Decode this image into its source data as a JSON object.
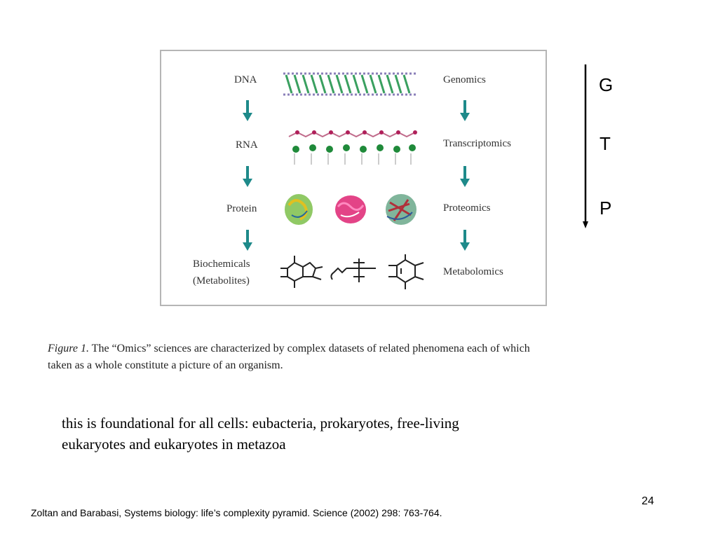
{
  "figure": {
    "left_labels": [
      "DNA",
      "RNA",
      "Protein",
      "Biochemicals",
      "(Metabolites)"
    ],
    "right_labels": [
      "Genomics",
      "Transcriptomics",
      "Proteomics",
      "Metabolomics"
    ],
    "arrow_color": "#1e8a8a"
  },
  "side_letters": [
    "G",
    "T",
    "P"
  ],
  "caption": {
    "lead": "Figure 1.",
    "text_line1": " The “Omics” sciences are characterized by complex datasets of related phenomena each of which",
    "text_line2": "taken as a whole constitute a picture of an organism."
  },
  "note": {
    "line1": "this is foundational for all cells: eubacteria, prokaryotes, free-living",
    "line2": "eukaryotes and eukaryotes in metazoa"
  },
  "reference": "Zoltan and Barabasi, Systems biology: life’s complexity pyramid. Science (2002) 298: 763-764.",
  "page_number": "24"
}
